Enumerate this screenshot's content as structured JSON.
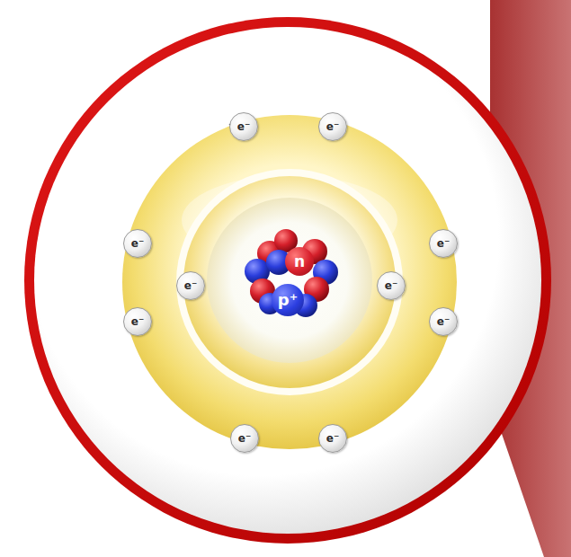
{
  "diagram": {
    "nodes": [
      {
        "text": [
          "e⁻"
        ]
      },
      {
        "text": [
          "e⁻"
        ]
      },
      {
        "text": [
          "e⁻"
        ]
      },
      {
        "text": [
          "e⁻"
        ]
      },
      {
        "text": [
          "n"
        ]
      },
      {
        "text": [
          "e⁻"
        ]
      },
      {
        "text": [
          "e⁻"
        ]
      },
      {
        "text": [
          "p⁺"
        ]
      },
      {
        "text": [
          "e⁻"
        ]
      },
      {
        "text": [
          "e⁻"
        ]
      },
      {
        "text": [
          "e⁻"
        ]
      },
      {
        "text": [
          "e⁻"
        ]
      }
    ]
  }
}
